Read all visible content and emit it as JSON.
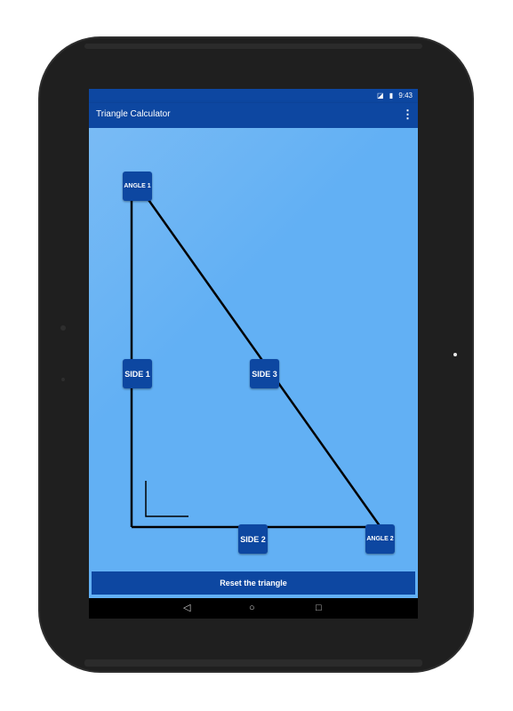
{
  "status_bar": {
    "time": "9:43"
  },
  "app_bar": {
    "title": "Triangle Calculator",
    "menu_icon": "more-vert-icon"
  },
  "triangle": {
    "angle_1_label": "ANGLE 1",
    "angle_2_label": "ANGLE 2",
    "side_1_label": "SIDE 1",
    "side_2_label": "SIDE 2",
    "side_3_label": "SIDE 3"
  },
  "reset_button": {
    "label": "Reset the triangle"
  },
  "nav_bar": {
    "back_icon": "back-icon",
    "home_icon": "home-icon",
    "recents_icon": "recents-icon"
  },
  "colors": {
    "primary": "#0d47a1",
    "canvas": "#62b0f4",
    "bezel": "#1f1f1f"
  }
}
